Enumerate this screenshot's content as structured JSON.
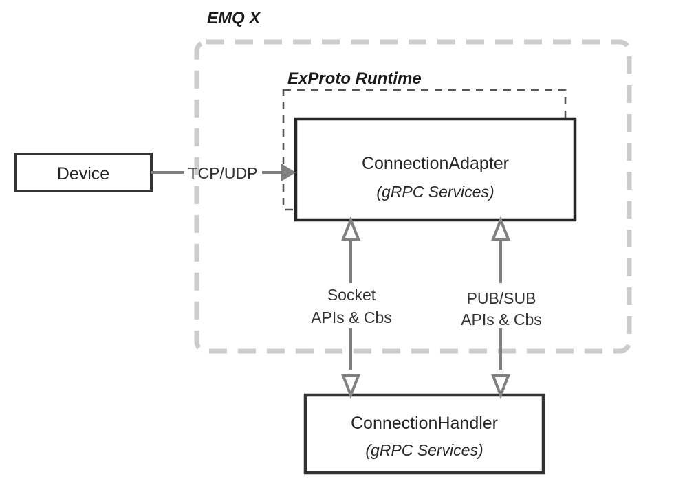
{
  "diagram": {
    "type": "architecture-block-diagram",
    "background": "#ffffff",
    "groups": [
      {
        "id": "emqx",
        "label": "EMQ X",
        "style": "dashed",
        "color": "#cccccc",
        "rounded": true
      },
      {
        "id": "exproto",
        "label": "ExProto Runtime",
        "style": "dashed",
        "color": "#4d4d4d",
        "rounded": false
      }
    ],
    "nodes": [
      {
        "id": "device",
        "label": "Device",
        "sublabel": "",
        "border": "#333333",
        "fill": "#ffffff"
      },
      {
        "id": "connection-adapter",
        "label": "ConnectionAdapter",
        "sublabel": "(gRPC Services)",
        "border": "#262626",
        "fill": "#ffffff"
      },
      {
        "id": "connection-handler",
        "label": "ConnectionHandler",
        "sublabel": "(gRPC Services)",
        "border": "#333333",
        "fill": "#ffffff"
      }
    ],
    "edges": [
      {
        "id": "device-to-adapter",
        "from": "device",
        "to": "connection-adapter",
        "label": "TCP/UDP",
        "arrow": "solid-filled",
        "direction": "right",
        "color": "#808080"
      },
      {
        "id": "socket-apis",
        "from": "connection-handler",
        "to": "connection-adapter",
        "label_line1": "Socket",
        "label_line2": "APIs & Cbs",
        "arrow": "hollow-double",
        "direction": "bidirectional-vertical",
        "color": "#808080"
      },
      {
        "id": "pubsub-apis",
        "from": "connection-handler",
        "to": "connection-adapter",
        "label_line1": "PUB/SUB",
        "label_line2": "APIs & Cbs",
        "arrow": "hollow-double",
        "direction": "bidirectional-vertical",
        "color": "#808080"
      }
    ]
  }
}
